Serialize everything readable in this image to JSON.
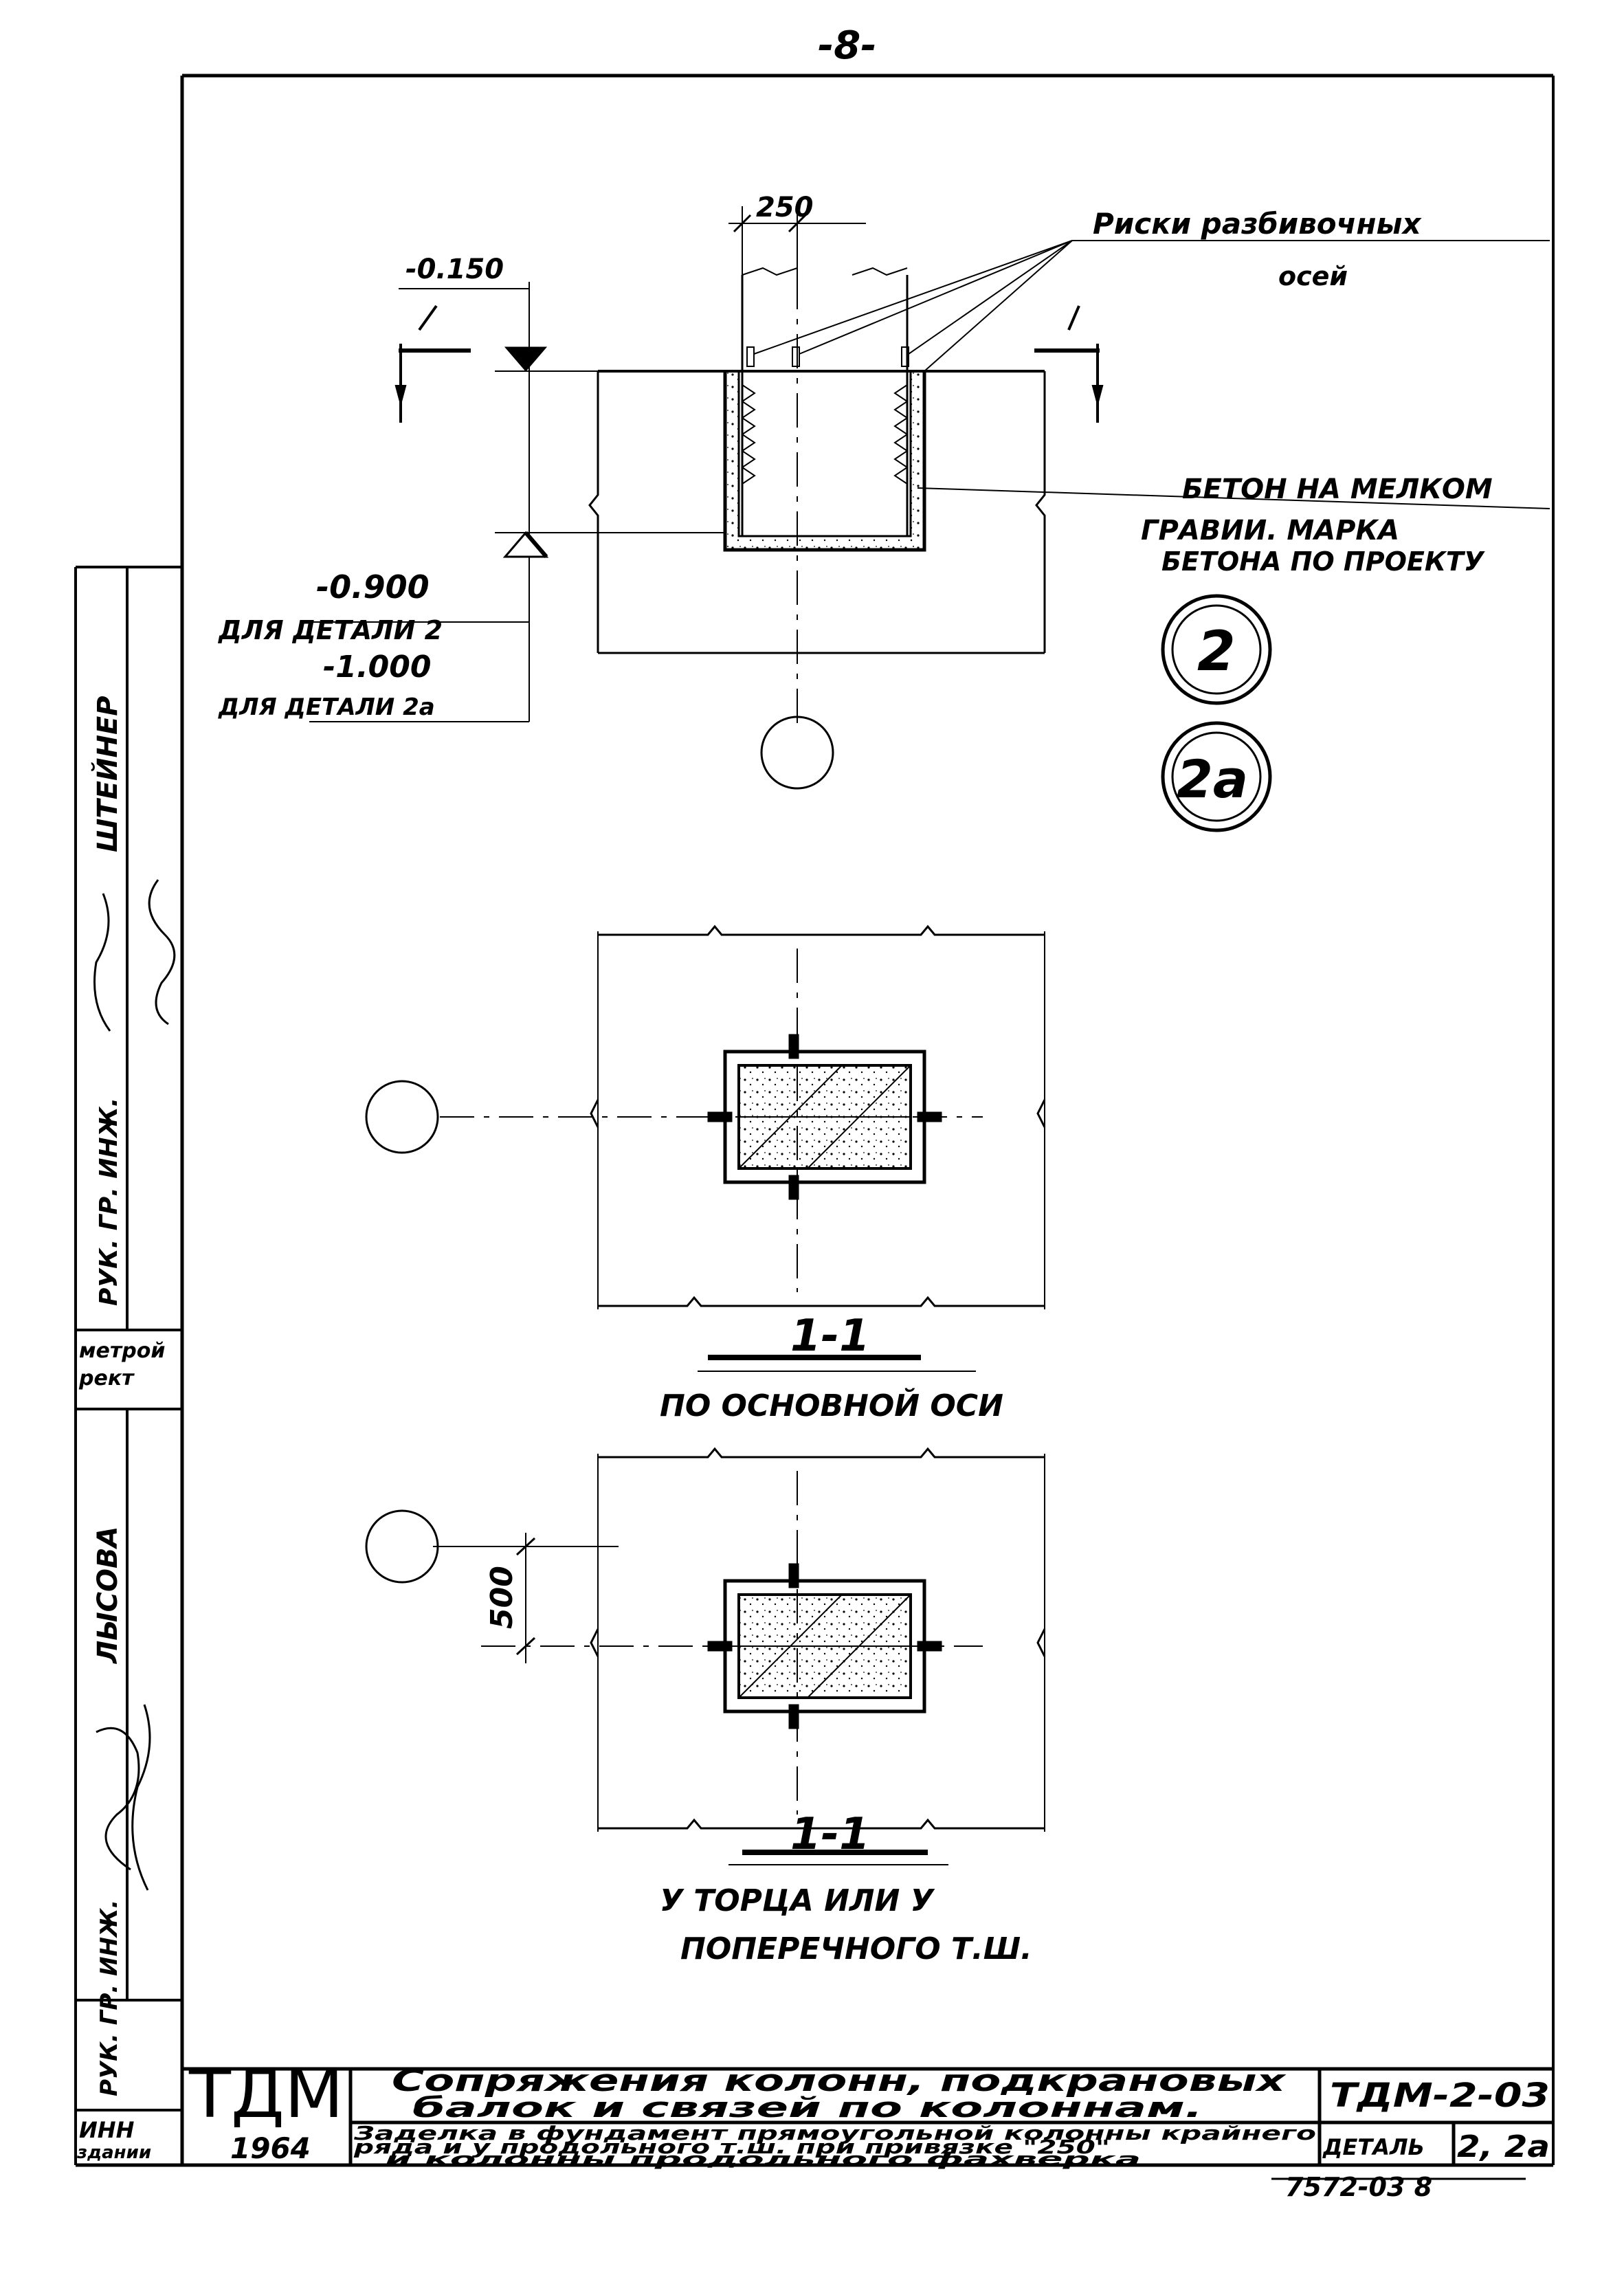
{
  "page_number": "-8-",
  "detail1": {
    "dim_width": "250",
    "elev_top": "-0.150",
    "elev_bottom": "-0.900",
    "for_detail_2": "ДЛЯ ДЕТАЛИ 2",
    "elev_bottom_alt": "-1.000",
    "for_detail_2a": "ДЛЯ ДЕТАЛИ 2а",
    "section_mark": "1",
    "note_axes_line1": "Риски разбивочных",
    "note_axes_line2": "осей",
    "note_concrete_line1": "БЕТОН НА МЕЛКОМ",
    "note_concrete_line2": "ГРАВИИ. МАРКА",
    "note_concrete_line3": "БЕТОНА ПО ПРОЕКТУ",
    "badge_2": "2",
    "badge_2a": "2а"
  },
  "section_main": {
    "title": "1-1",
    "caption": "ПО ОСНОВНОЙ ОСИ"
  },
  "section_end": {
    "title": "1-1",
    "dim_500": "500",
    "caption_line1": "У ТОРЦА ИЛИ У",
    "caption_line2": "ПОПЕРЕЧНОГО Т.Ш."
  },
  "side_stamp": {
    "name1": "ШТЕЙНЕР",
    "role1": "РУК. ГР. ИНЖ.",
    "org_line1": "метрой",
    "org_line2": "рект",
    "name2": "ЛЫСОВА",
    "role2": "РУК. ГР. ИНЖ.",
    "role3_line1": "ИНН",
    "role3_line2": "здании"
  },
  "title_block": {
    "logo": "ТДМ",
    "year": "1964",
    "title_line1": "Сопряжения колонн, подкрановых",
    "title_line2": "балок и связей по колоннам.",
    "series": "ТДМ-2-03",
    "desc_line1": "Заделка в фундамент прямоугольной колонны крайнего",
    "desc_line2": "ряда и у продольного т.ш. при привязке \"250\"",
    "desc_line3": "и колонны продольного фахверка",
    "detail_label": "ДЕТАЛЬ",
    "detail_value": "2, 2а"
  },
  "archive_number": "7572-03 8"
}
